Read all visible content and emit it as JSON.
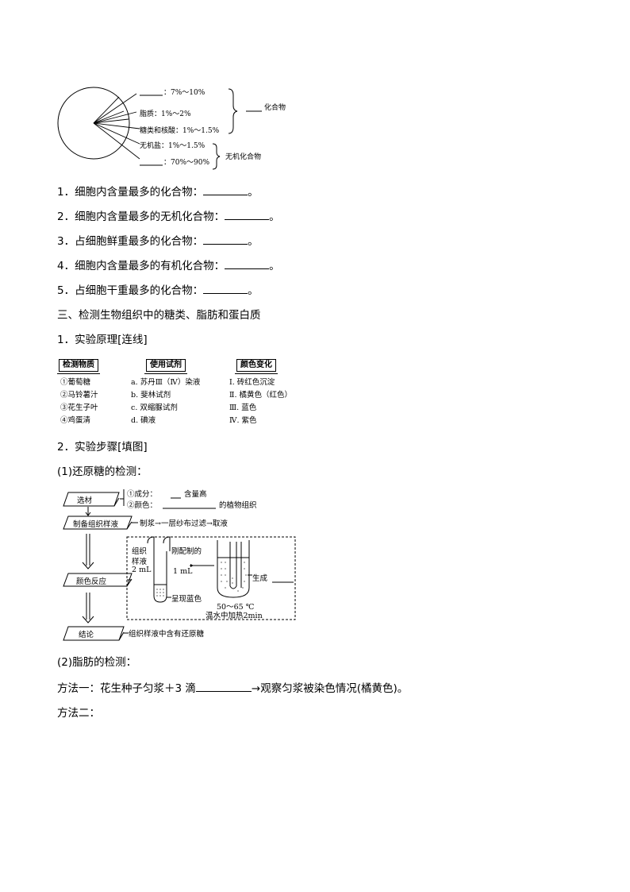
{
  "pie": {
    "water_label": "：70%～90%",
    "salt_label": "无机盐：1%～1.5%",
    "sugar_label": "糖类和核酸：1%～1.5%",
    "fat_label": "脂质：1%～2%",
    "protein_label": "：7%～10%",
    "compound_label": "化合物",
    "inorganic_label": "无机化合物"
  },
  "questions": {
    "q1": "1．细胞内含量最多的化合物：",
    "q2": "2．细胞内含量最多的无机化合物：",
    "q3": "3．占细胞鲜重最多的化合物：",
    "q4": "4．细胞内含量最多的有机化合物：",
    "q5": "5．占细胞干重最多的化合物：",
    "end": "。"
  },
  "section3": {
    "title": "三、检测生物组织中的糖类、脂肪和蛋白质",
    "principle": "1．实验原理[连线]",
    "steps": "2．实验步骤[填图]",
    "sugar_detect": "(1)还原糖的检测：",
    "fat_detect": "(2)脂肪的检测：",
    "method1_a": "方法一：花生种子匀浆＋3 滴",
    "method1_b": "→观察匀浆被染色情况(橘黄色)。",
    "method2": "方法二："
  },
  "table": {
    "headers": [
      "检测物质",
      "使用试剂",
      "颜色变化"
    ],
    "substances": [
      "①葡萄糖",
      "②马铃薯汁",
      "③花生子叶",
      "④鸡蛋清"
    ],
    "reagents": [
      "a. 苏丹Ⅲ（Ⅳ）染液",
      "b. 斐林试剂",
      "c. 双缩脲试剂",
      "d. 碘液"
    ],
    "colors": [
      "Ⅰ. 砖红色沉淀",
      "Ⅱ. 橘黄色（红色）",
      "Ⅲ. 蓝色",
      "Ⅳ. 紫色"
    ]
  },
  "flow": {
    "box1": "选材",
    "box2": "制备组织样液",
    "box3": "颜色反应",
    "box4": "结论",
    "material1_a": "①成分：",
    "material1_b": "含量高",
    "material2_a": "②颜色：",
    "material2_b": "的植物组织",
    "prep": "制浆→一层纱布过滤→取液",
    "sample": "组织",
    "sample2": "样液",
    "sample3": "2 mL",
    "fresh": "刚配制的",
    "ml": "1 mL",
    "blue": "呈现蓝色",
    "produce": "生成",
    "temp": "50～65 ℃",
    "heat": "温水中加热2min",
    "conclusion": "组织样液中含有还原糖"
  }
}
